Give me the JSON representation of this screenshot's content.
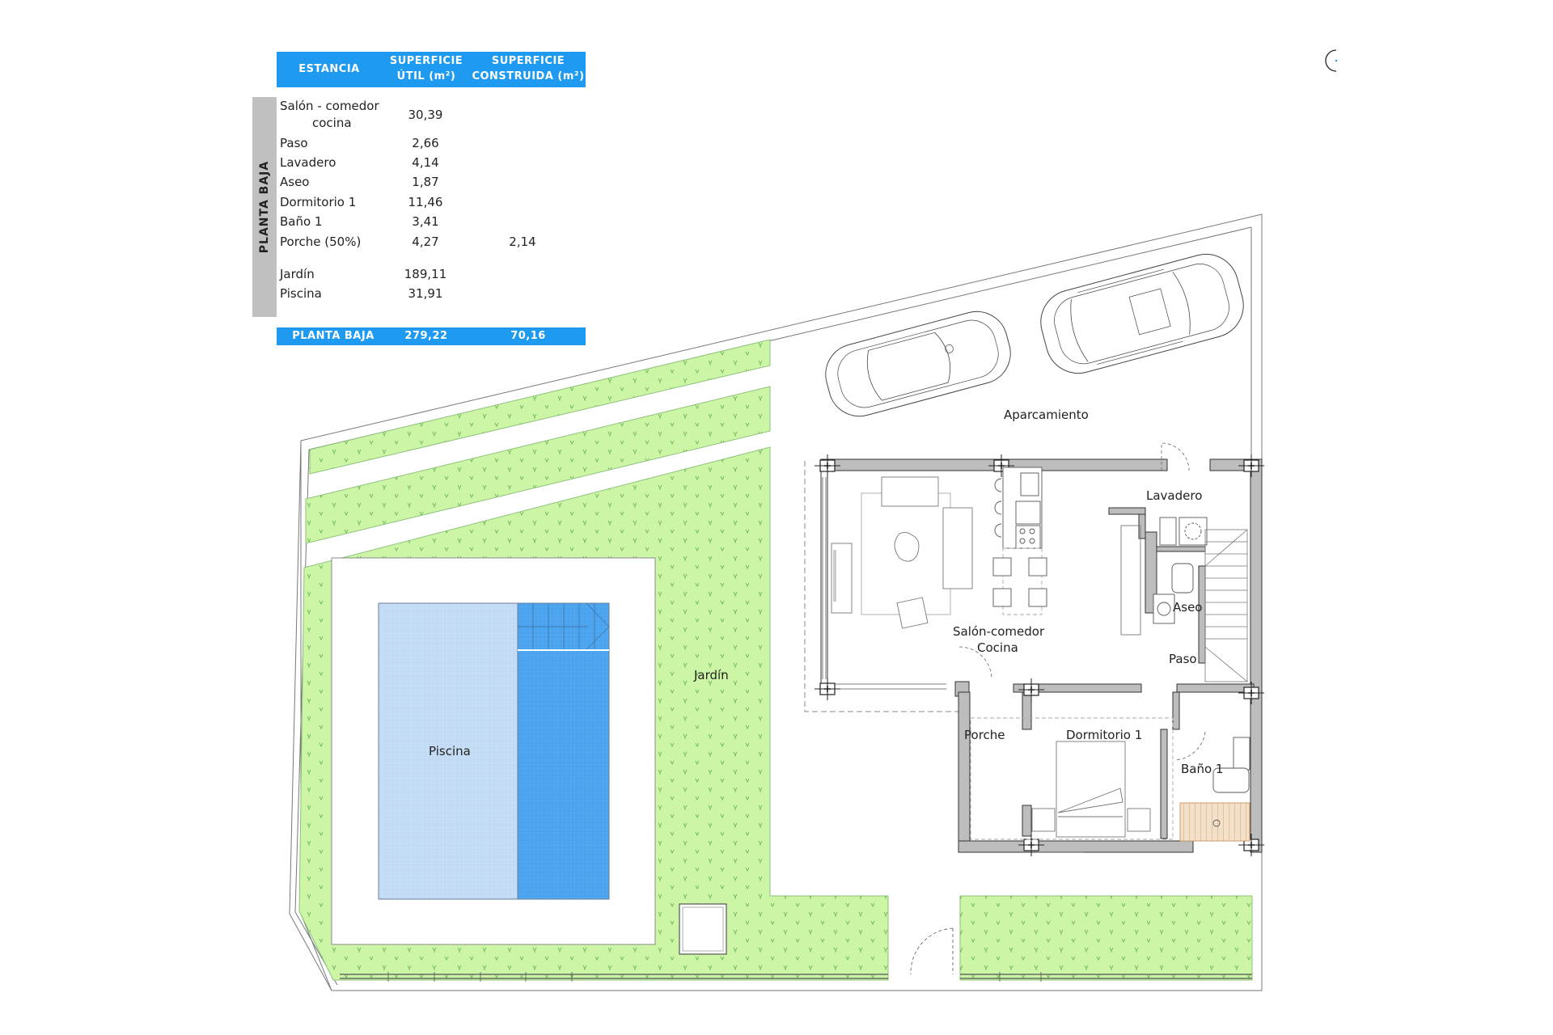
{
  "table": {
    "headers": {
      "estancia": "ESTANCIA",
      "util_line1": "SUPERFICIE",
      "util_line2": "ÚTIL (m²)",
      "cons_line1": "SUPERFICIE",
      "cons_line2": "CONSTRUIDA (m²)"
    },
    "section_label": "PLANTA BAJA",
    "rows": [
      {
        "name_line1": "Salón - comedor",
        "name_line2": "cocina",
        "util": "30,39",
        "cons": ""
      },
      {
        "name": "Paso",
        "util": "2,66",
        "cons": ""
      },
      {
        "name": "Lavadero",
        "util": "4,14",
        "cons": ""
      },
      {
        "name": "Aseo",
        "util": "1,87",
        "cons": ""
      },
      {
        "name": "Dormitorio 1",
        "util": "11,46",
        "cons": ""
      },
      {
        "name": "Baño 1",
        "util": "3,41",
        "cons": ""
      },
      {
        "name": "Porche (50%)",
        "util": "4,27",
        "cons": "2,14"
      },
      {
        "name": "Jardín",
        "util": "189,11",
        "cons": ""
      },
      {
        "name": "Piscina",
        "util": "31,91",
        "cons": ""
      }
    ],
    "total": {
      "label": "PLANTA BAJA",
      "util": "279,22",
      "cons": "70,16"
    }
  },
  "plan": {
    "labels": {
      "aparcamiento": "Aparcamiento",
      "lavadero": "Lavadero",
      "aseo": "Aseo",
      "paso": "Paso",
      "salon_line1": "Salón-comedor",
      "salon_line2": "Cocina",
      "porche": "Porche",
      "dormitorio": "Dormitorio 1",
      "bano": "Baño 1",
      "jardin": "Jardín",
      "piscina": "Piscina"
    },
    "icons": [
      "north-compass-icon",
      "car-icon",
      "car-icon",
      "column-marker-icon",
      "bed-icon",
      "sofa-icon",
      "stove-icon",
      "sink-icon",
      "toilet-icon",
      "washing-machine-icon",
      "stairs-icon",
      "door-swing-icon"
    ],
    "colors": {
      "header_blue": "#1e9af0",
      "sidebar_grey": "#c0c0c0",
      "garden_green": "#ccf5a6",
      "pool_light": "#c6def5",
      "pool_dark": "#4aa3ee",
      "wall_grey": "#bdbdbd",
      "shower_wood": "#f1dcc4"
    }
  }
}
